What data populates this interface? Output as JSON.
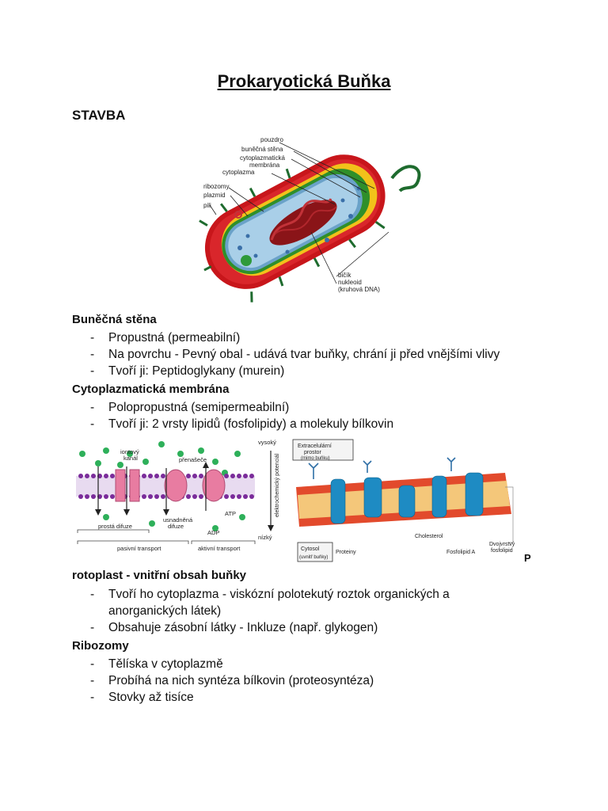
{
  "title": "Prokaryotická Buňka",
  "heading": "STAVBA",
  "cell_diagram": {
    "labels": {
      "capsule": "pouzdro",
      "cell_wall": "buněčná stěna",
      "cyto_membrane_1": "cytoplazmatická",
      "cyto_membrane_2": "membrána",
      "cytoplasm": "cytoplazma",
      "ribosomes": "ribozomy",
      "plasmid": "plazmid",
      "pili": "pili",
      "flagellum": "bičík",
      "nucleoid": "nukleoid",
      "nucleoid_note": "(kruhová DNA)"
    }
  },
  "sections": [
    {
      "heading": "Buněčná stěna",
      "items": [
        "Propustná (permeabilní)",
        "Na povrchu - Pevný  obal - udává tvar buňky, chrání ji před vnějšími vlivy",
        "Tvoří ji: Peptidoglykany (murein)"
      ]
    },
    {
      "heading": "Cytoplazmatická membrána",
      "items": [
        "Polopropustná (semipermeabilní)",
        "Tvoří ji: 2 vrsty lipidů (fosfolipidy) a molekuly bílkovin"
      ]
    },
    {
      "heading": "rotoplast - vnitřní obsah buňky",
      "items": [
        "Tvoří ho cytoplazma - viskózní polotekutý roztok organických a",
        "anorganických látek)",
        "Obsahuje zásobní látky - Inkluze (např. glykogen)"
      ]
    },
    {
      "heading": "Ribozomy",
      "items": [
        "Tělíska v cytoplazmě",
        "Probíhá na nich syntéza bílkovin (proteosyntéza)",
        "Stovky až tisíce"
      ]
    }
  ],
  "transport_diagram": {
    "labels": {
      "ion_channel_1": "iontový",
      "ion_channel_2": "kanál",
      "carriers": "přenašeče",
      "high": "vysoký",
      "low": "nízký",
      "potential": "elektrochemický potenciál",
      "atp": "ATP",
      "adp": "ADP",
      "simple_diffusion": "prostá difuze",
      "facilitated_1": "usnadněná",
      "facilitated_2": "difuze",
      "passive": "pasivní transport",
      "active": "aktivní transport"
    }
  },
  "membrane_diagram": {
    "labels": {
      "extracellular_1": "Extracelulární",
      "extracellular_2": "prostor",
      "extracellular_3": "(mimo buňku)",
      "cytosol_1": "Cytosol",
      "cytosol_2": "(uvnitř buňky)",
      "proteins": "Proteiny",
      "cholesterol": "Cholesterol",
      "phospholipid": "Fosfolipid A",
      "bilayer_1": "Dvojvrstvý",
      "bilayer_2": "fosfolipid"
    }
  },
  "side_mark": "P"
}
